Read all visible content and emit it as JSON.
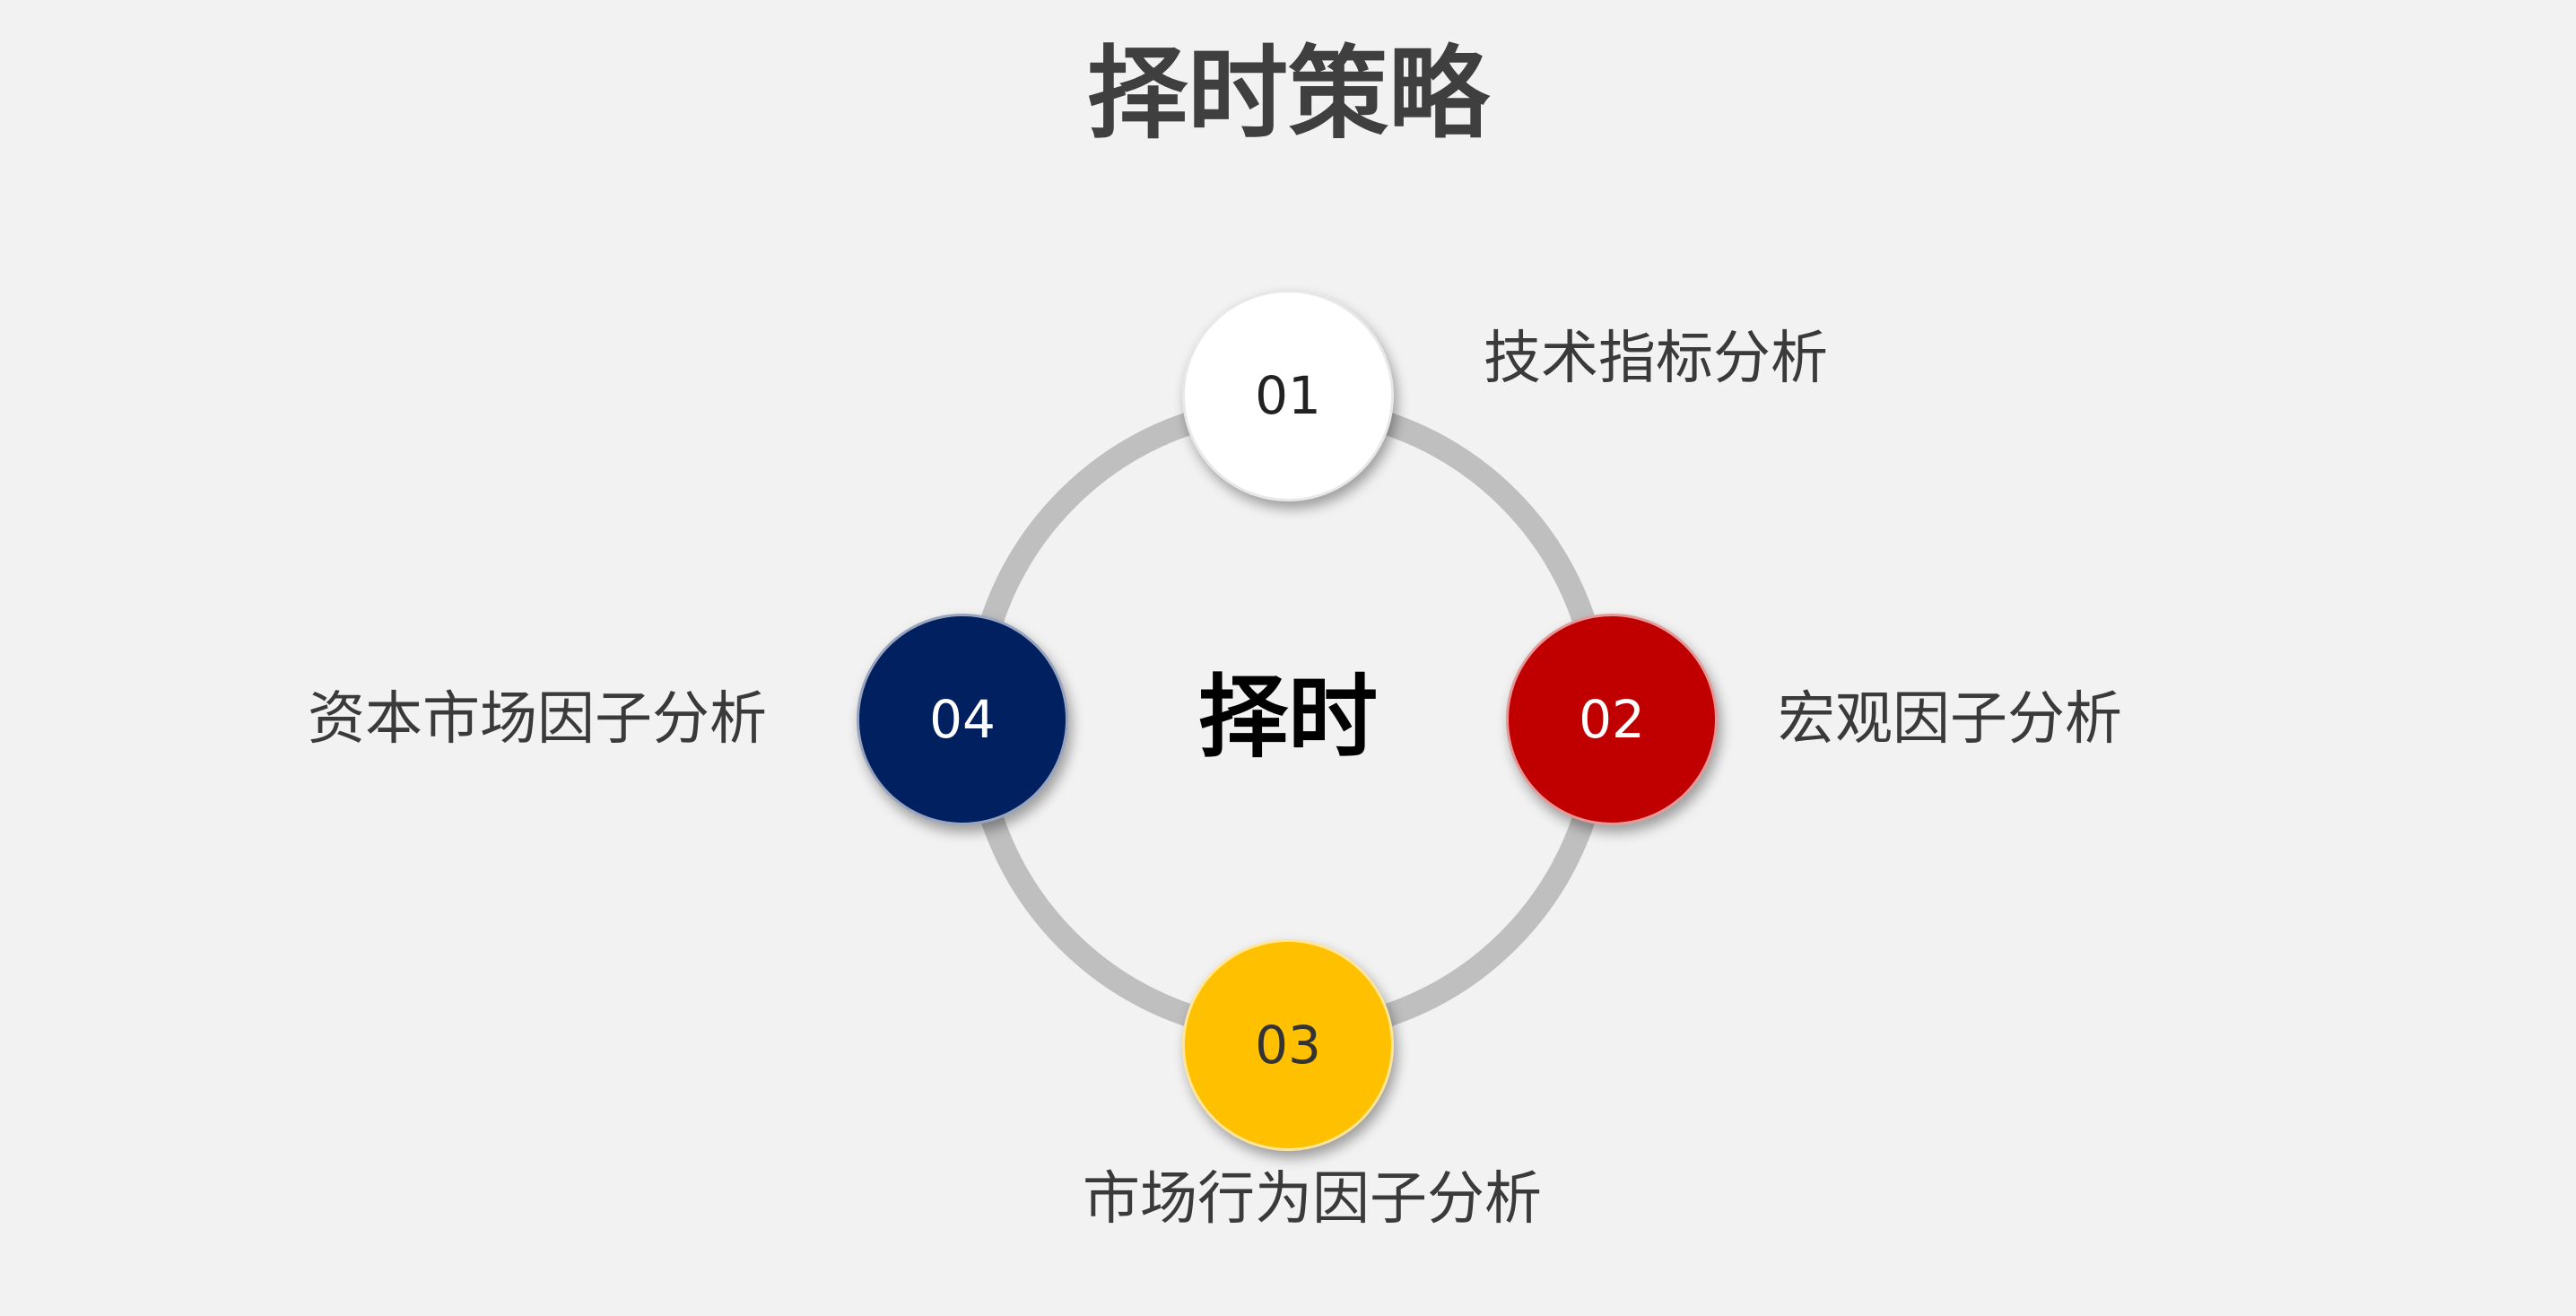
{
  "title": "择时策略",
  "center_label": "择时",
  "nodes": [
    {
      "number": "01",
      "label": "技术指标分析",
      "color": "#ffffff",
      "text_color": "#222222"
    },
    {
      "number": "02",
      "label": "宏观因子分析",
      "color": "#c00000",
      "text_color": "#ffffff"
    },
    {
      "number": "03",
      "label": "市场行为因子分析",
      "color": "#ffc000",
      "text_color": "#333333"
    },
    {
      "number": "04",
      "label": "资本市场因子分析",
      "color": "#002060",
      "text_color": "#ffffff"
    }
  ],
  "ring_color": "#bfbfbf"
}
